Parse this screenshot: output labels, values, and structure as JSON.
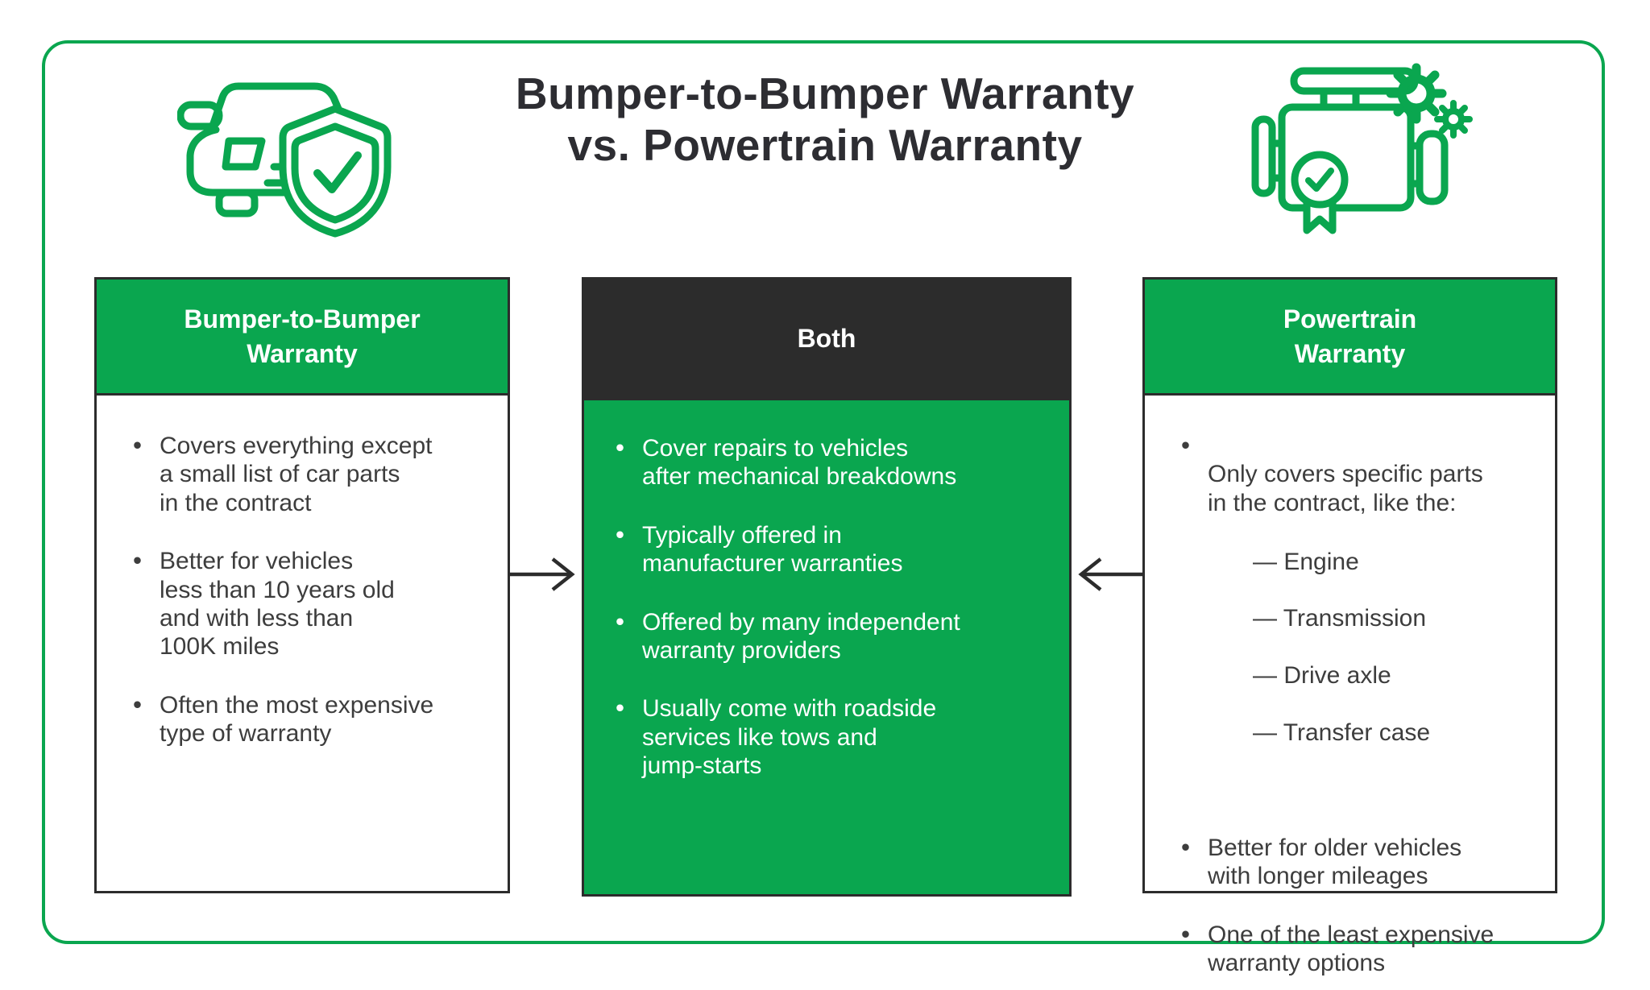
{
  "title": {
    "line1": "Bumper-to-Bumper Warranty",
    "line2": "vs. Powertrain Warranty"
  },
  "colors": {
    "green": "#0AA64F",
    "dark": "#2C2C2C",
    "text": "#3D3D3D",
    "white": "#FFFFFF"
  },
  "icons": {
    "left": "car-shield-check-icon",
    "right": "engine-gears-badge-icon"
  },
  "arrows": {
    "left_to_center": "arrow-pointing-right",
    "right_to_center": "arrow-pointing-left"
  },
  "columns": [
    {
      "id": "bumper-to-bumper",
      "header": "Bumper-to-Bumper\nWarranty",
      "bullets": [
        {
          "text": "Covers everything except\na small list of car parts\nin the contract"
        },
        {
          "text": "Better for vehicles\nless than 10 years old\nand with less than\n100K miles"
        },
        {
          "text": "Often the most expensive\ntype of warranty"
        }
      ]
    },
    {
      "id": "both",
      "header": "Both",
      "bullets": [
        {
          "text": "Cover repairs to vehicles\nafter mechanical breakdowns"
        },
        {
          "text": "Typically offered in\nmanufacturer warranties"
        },
        {
          "text": "Offered by many independent\nwarranty providers"
        },
        {
          "text": "Usually come with roadside\nservices like tows and\njump-starts"
        }
      ]
    },
    {
      "id": "powertrain",
      "header": "Powertrain\nWarranty",
      "bullets": [
        {
          "text": "Only covers specific parts\nin the contract, like the:",
          "subitems": [
            "— Engine",
            "— Transmission",
            "— Drive axle",
            "— Transfer case"
          ]
        },
        {
          "text": "Better for older vehicles\nwith longer mileages"
        },
        {
          "text": "One of the least expensive\nwarranty options"
        }
      ]
    }
  ]
}
